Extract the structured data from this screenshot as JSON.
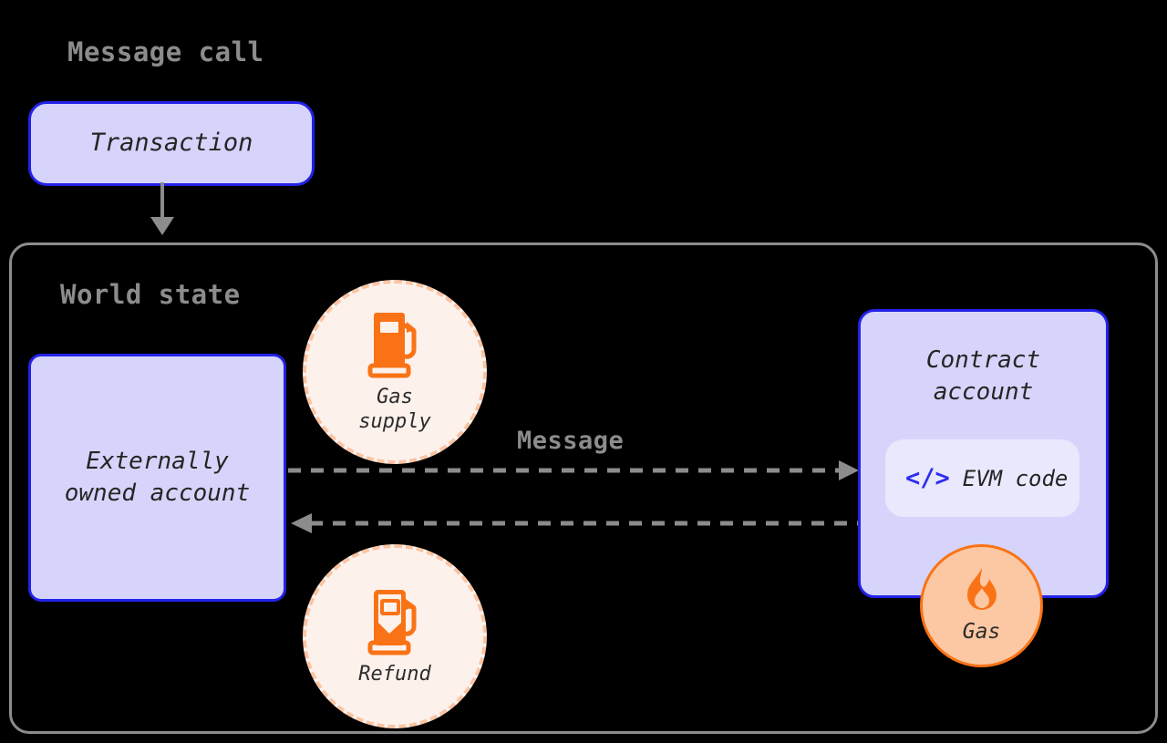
{
  "diagram": {
    "title": "Message call",
    "world_state_label": "World state",
    "message_label": "Message"
  },
  "nodes": {
    "transaction": {
      "label": "Transaction"
    },
    "externally_owned_account": {
      "label": "Externally\nowned account"
    },
    "contract_account": {
      "label": "Contract\naccount"
    },
    "evm_code": {
      "label": "EVM code",
      "icon": "code-icon",
      "icon_glyph": "</>"
    },
    "gas_supply": {
      "label": "Gas\nsupply",
      "icon": "gas-pump-full-icon"
    },
    "refund": {
      "label": "Refund",
      "icon": "gas-pump-partial-icon"
    },
    "gas_flame": {
      "label": "Gas",
      "icon": "flame-icon"
    }
  },
  "edges": [
    {
      "name": "transaction-to-world-state",
      "label": "",
      "style": "solid",
      "direction": "down"
    },
    {
      "name": "eoa-to-contract",
      "label": "Message",
      "style": "dashed",
      "direction": "right"
    },
    {
      "name": "contract-to-eoa",
      "label": "",
      "style": "dashed",
      "direction": "left"
    }
  ],
  "colors": {
    "background": "#000000",
    "box_fill": "#d6d4fb",
    "box_border": "#2222e8",
    "pill_fill": "#e9e8fd",
    "code_icon": "#2d2df0",
    "orange": "#f97316",
    "circle_fill": "#fdf1ec",
    "circle_dash_border": "#fac4a2",
    "flame_circle_fill": "#fcc8a3",
    "gray": "#8c8c8c",
    "text": "#252525"
  }
}
